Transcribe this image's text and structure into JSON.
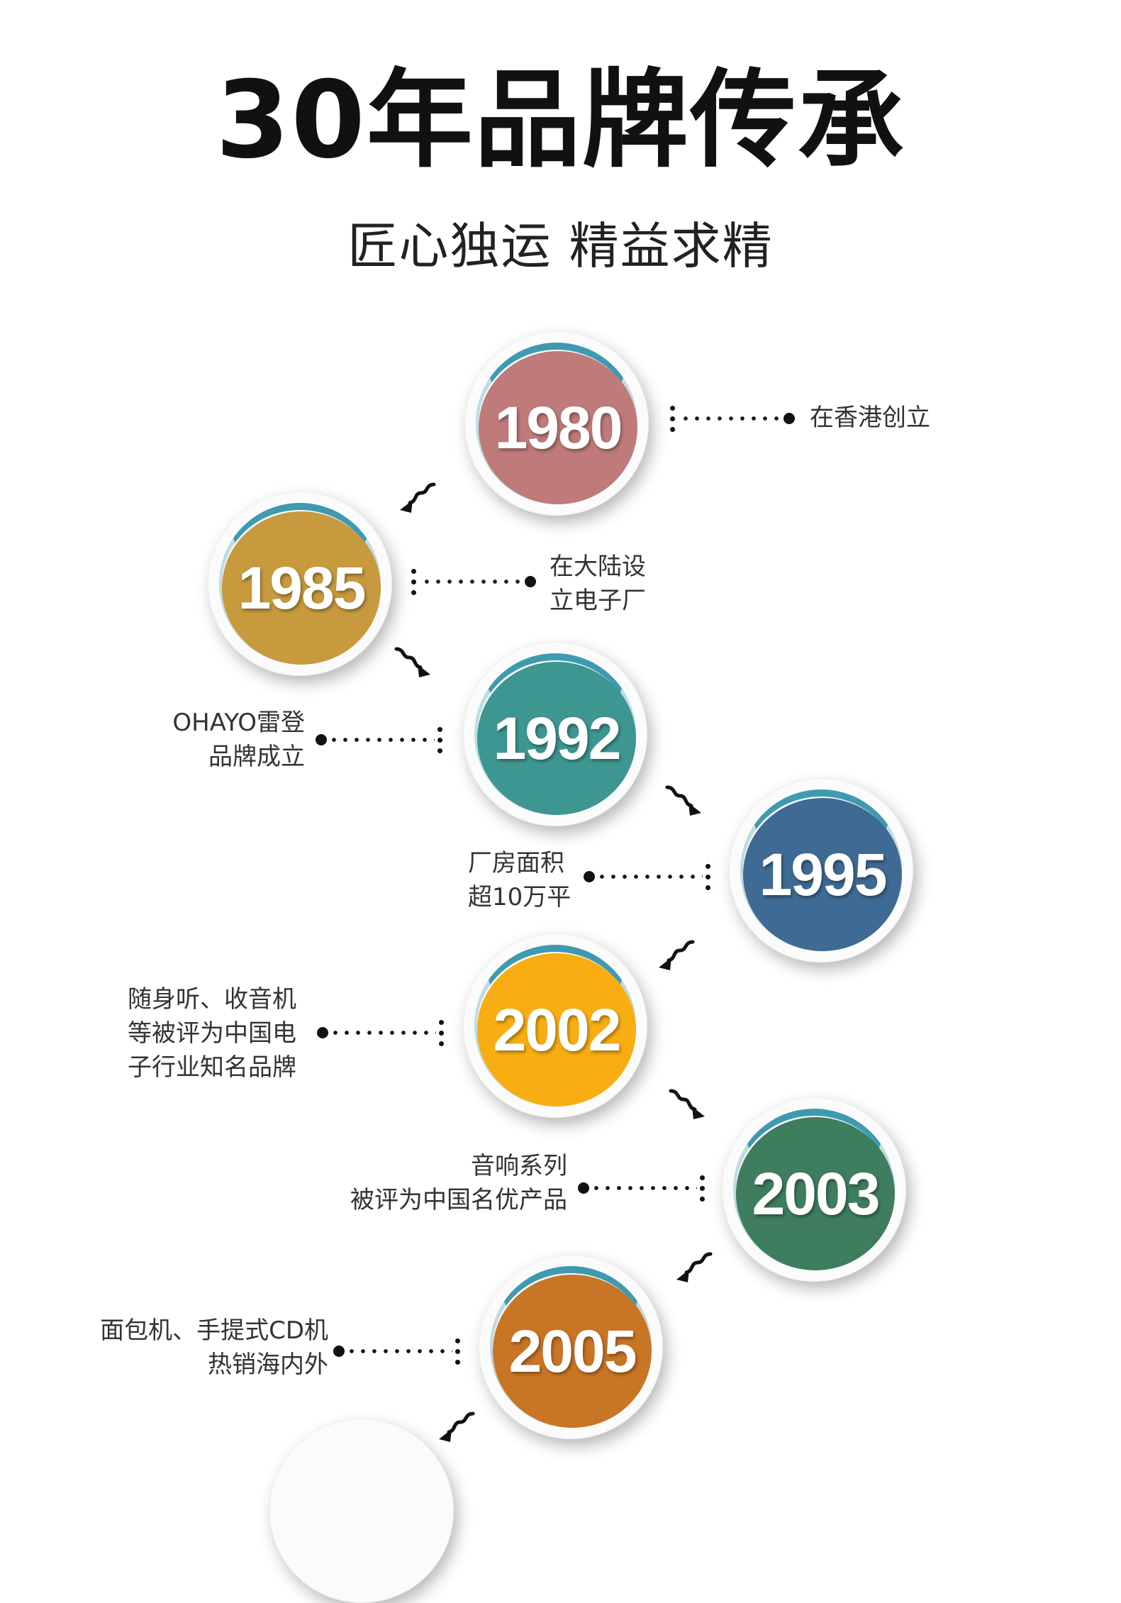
{
  "title": "30年品牌传承",
  "subtitle": "匠心独运 精益求精",
  "timeline": [
    {
      "year": "1980",
      "color": "#bf7a7a",
      "lines": [
        "在香港创立"
      ]
    },
    {
      "year": "1985",
      "color": "#c89a3e",
      "lines": [
        "在大陆设",
        "立电子厂"
      ]
    },
    {
      "year": "1992",
      "color": "#3e9690",
      "lines": [
        "OHAYO雷登",
        "品牌成立"
      ]
    },
    {
      "year": "1995",
      "color": "#3f6a93",
      "lines": [
        "厂房面积",
        "超10万平"
      ]
    },
    {
      "year": "2002",
      "color": "#f8ae12",
      "lines": [
        "随身听、收音机",
        "等被评为中国电",
        "子行业知名品牌"
      ]
    },
    {
      "year": "2003",
      "color": "#3e7d5e",
      "lines": [
        "音响系列",
        "被评为中国名优产品"
      ]
    },
    {
      "year": "2005",
      "color": "#c97526",
      "lines": [
        "面包机、手提式CD机",
        "热销海内外"
      ]
    }
  ]
}
